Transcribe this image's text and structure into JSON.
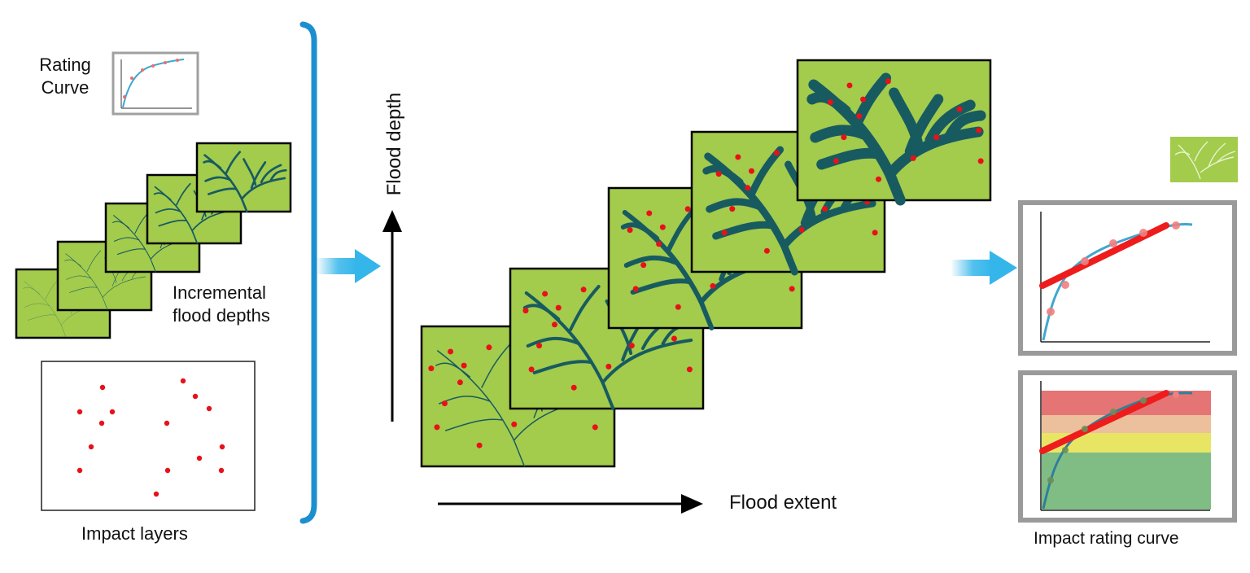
{
  "left_panel": {
    "rating_curve_label": [
      "Rating",
      "Curve"
    ],
    "incremental_label": [
      "Incremental",
      "flood depths"
    ],
    "impact_layers_label": "Impact layers"
  },
  "middle_panel": {
    "y_axis_label": "Flood depth",
    "x_axis_label": "Flood extent"
  },
  "right_panel": {
    "impact_rating_curve_label": "Impact rating curve"
  },
  "colors": {
    "map_fill": "#a3cb4c",
    "river": "#175b61",
    "impact_point": "#e8111a",
    "bracket": "#1c8fcf",
    "arrow": "#35b6ea",
    "curve": "#3fa7d0",
    "fit_line": "#ee1c1c",
    "frame_gray": "#9a9a9a",
    "band_red": "#e57474",
    "band_peach": "#ecc09c",
    "band_yellow": "#e8e565",
    "band_green": "#7fbd84"
  },
  "icons": {
    "small_rating_chart": "rating-curve-thumbnail-icon",
    "tree_thumbnail": "river-network-thumbnail-icon"
  }
}
